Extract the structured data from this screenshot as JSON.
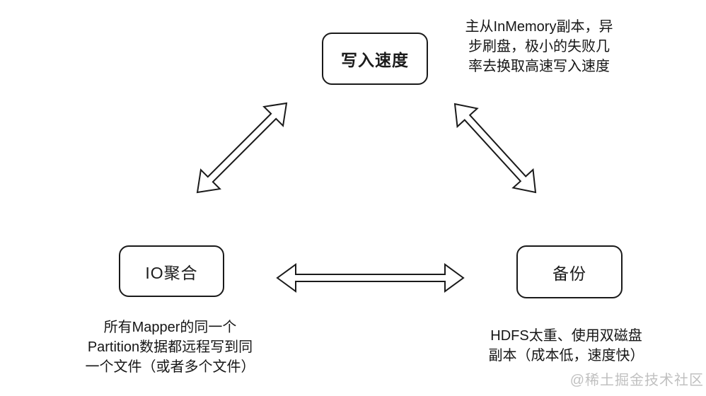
{
  "diagram": {
    "nodes": [
      {
        "id": "write-speed",
        "label": "写入速度"
      },
      {
        "id": "io-aggregation",
        "label": "IO聚合"
      },
      {
        "id": "backup",
        "label": "备份"
      }
    ],
    "annotations": [
      {
        "for": "write-speed",
        "lines": [
          "主从InMemory副本，异",
          "步刷盘，极小的失败几",
          "率去换取高速写入速度"
        ]
      },
      {
        "for": "io-aggregation",
        "lines": [
          "所有Mapper的同一个",
          "Partition数据都远程写到同",
          "一个文件（或者多个文件）"
        ]
      },
      {
        "for": "backup",
        "lines": [
          "HDFS太重、使用双磁盘",
          "副本（成本低，速度快）"
        ]
      }
    ],
    "edges": [
      {
        "from": "write-speed",
        "to": "io-aggregation",
        "style": "double-arrow"
      },
      {
        "from": "write-speed",
        "to": "backup",
        "style": "double-arrow"
      },
      {
        "from": "io-aggregation",
        "to": "backup",
        "style": "double-arrow"
      }
    ],
    "watermark": {
      "text": "@稀土掘金技术社区",
      "color": "#c0c0c0"
    },
    "colors": {
      "stroke": "#1a1a1a",
      "background": "#ffffff",
      "text": "#1b1b1b"
    }
  }
}
